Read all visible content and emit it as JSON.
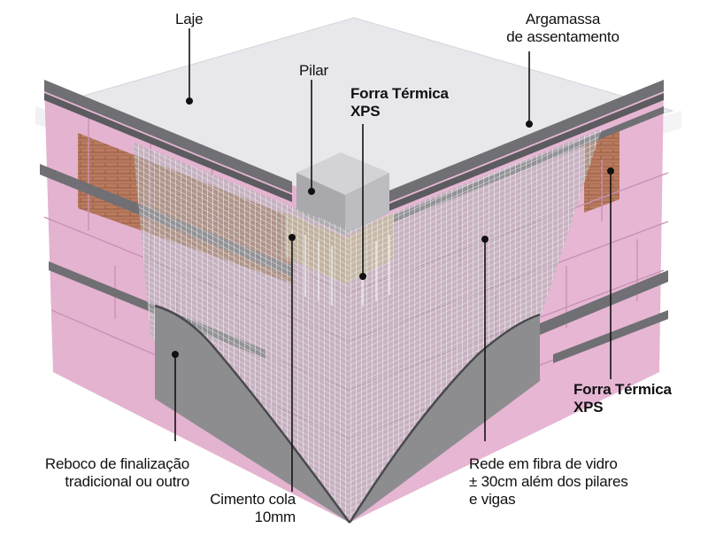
{
  "labels": {
    "laje": "Laje",
    "argamassa_l1": "Argamassa",
    "argamassa_l2": "de assentamento",
    "pilar": "Pilar",
    "forra_top_l1": "Forra Térmica",
    "forra_top_l2": "XPS",
    "forra_right_l1": "Forra Térmica",
    "forra_right_l2": "XPS",
    "reboco_l1": "Reboco de finalização",
    "reboco_l2": "tradicional ou outro",
    "cimento_l1": "Cimento cola",
    "cimento_l2": "10mm",
    "rede_l1": "Rede em fibra de vidro",
    "rede_l2": "± 30cm além dos pilares",
    "rede_l3": "e vigas"
  },
  "colors": {
    "slab": "#e6e6ea",
    "xps_pink": "#e7b8d5",
    "mortar_gray": "#6f6f74",
    "brick": "#b97a5e",
    "pillar": "#b9b9bd",
    "plaster": "#8d8d90",
    "mesh": "#f5f5f5",
    "sand": "#d9b98d"
  }
}
